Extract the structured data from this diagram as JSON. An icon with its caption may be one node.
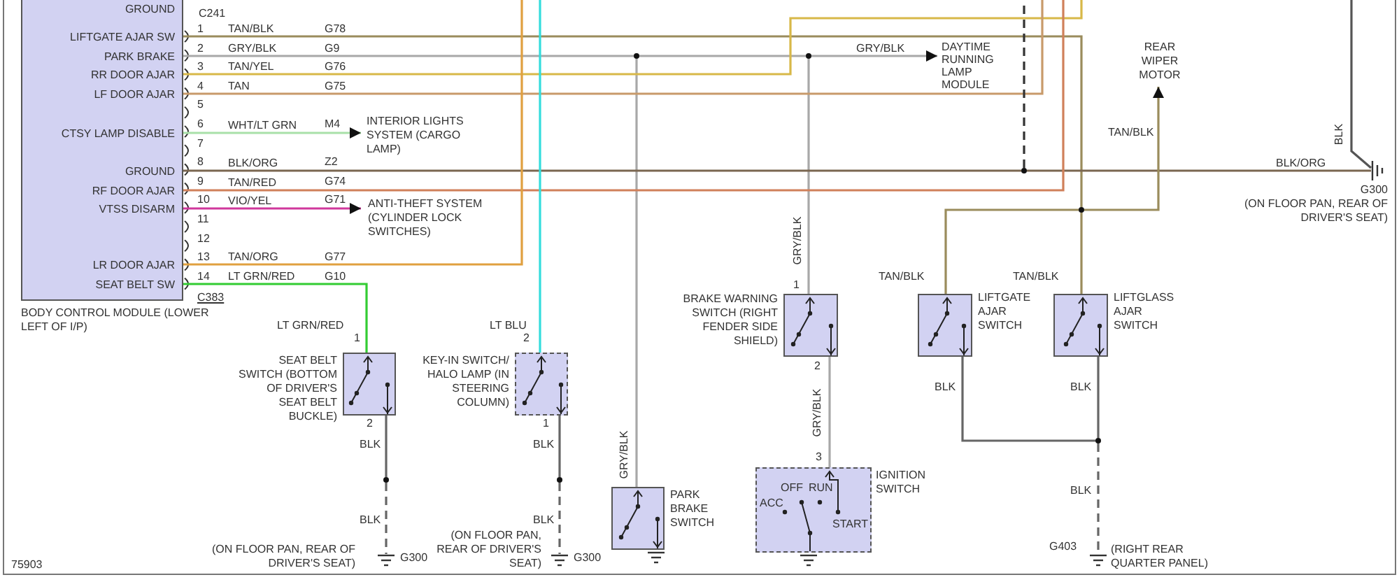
{
  "diagram": {
    "nodes": [
      {
        "text": [
          "GROUND",
          "LIFTGATE AJAR SW",
          "PARK BRAKE",
          "RR DOOR AJAR",
          "LF DOOR AJAR",
          "CTSY LAMP DISABLE",
          "GROUND",
          "RF DOOR AJAR",
          "VTSS DISARM",
          "LR DOOR AJAR",
          "SEAT BELT SW"
        ],
        "beside": [
          "BODY CONTROL MODULE (LOWER LEFT OF I/P)"
        ]
      },
      {
        "text": [
          "INTERIOR LIGHTS SYSTEM (CARGO LAMP)"
        ]
      },
      {
        "text": [
          "ANTI-THEFT SYSTEM (CYLINDER LOCK SWITCHES)"
        ]
      },
      {
        "text": [],
        "shape": "circle"
      },
      {
        "text": [],
        "shape": "circle"
      },
      {
        "text": [
          "DAYTIME RUNNING LAMP MODULE"
        ]
      },
      {
        "text": [
          "REAR WIPER MOTOR"
        ]
      },
      {
        "text": [],
        "shape": "circle"
      },
      {
        "text": [
          "G300",
          "(ON FLOOR PAN, REAR OF DRIVER'S SEAT)"
        ]
      },
      {
        "text": [],
        "shape": "circle"
      },
      {
        "text": [
          "SEAT BELT SWITCH (BOTTOM OF DRIVER'S SEAT BELT BUCKLE)"
        ]
      },
      {
        "text": [
          "KEY-IN SWITCH/ HALO LAMP (IN STEERING COLUMN)"
        ]
      },
      {
        "text": [
          "BRAKE WARNING SWITCH (RIGHT FENDER SIDE SHIELD)"
        ]
      },
      {
        "text": [
          "LIFTGATE AJAR SWITCH"
        ]
      },
      {
        "text": [
          "LIFTGLASS AJAR SWITCH"
        ]
      },
      {
        "text": [],
        "shape": "circle"
      },
      {
        "text": [],
        "shape": "circle"
      },
      {
        "text": [
          "PARK BRAKE SWITCH"
        ]
      },
      {
        "text": [
          "ACC",
          "OFF",
          "RUN",
          "START",
          "IGNITION SWITCH"
        ]
      },
      {
        "text": [],
        "shape": "circle"
      },
      {
        "text": [
          "(ON FLOOR PAN, REAR OF DRIVER'S SEAT)",
          "G300"
        ]
      },
      {
        "text": [
          "(ON FLOOR PAN, REAR OF DRIVER'S SEAT)",
          "G300"
        ]
      },
      {
        "text": [
          "G403",
          "(RIGHT REAR QUARTER PANEL)"
        ]
      }
    ],
    "edges": [
      {
        "from": 0,
        "to": 9,
        "arrow": "none",
        "label": "TAN/BLK",
        "color": "#9a8c5c"
      },
      {
        "from": 0,
        "to": 3,
        "arrow": "none",
        "label": "GRY/BLK",
        "color": "#a8a8a8"
      },
      {
        "from": 3,
        "to": 4,
        "arrow": "none",
        "color": "#a8a8a8"
      },
      {
        "from": 4,
        "to": 5,
        "arrow": "to",
        "label": "GRY/BLK",
        "color": "#a8a8a8"
      },
      {
        "from": 3,
        "to": 17,
        "arrow": "none",
        "label": "GRY/BLK",
        "color": "#a8a8a8"
      },
      {
        "from": 4,
        "to": 12,
        "arrow": "none",
        "label": "GRY/BLK",
        "color": "#a8a8a8"
      },
      {
        "from": 0,
        "to": null,
        "arrow": "none",
        "label": "TAN/YEL",
        "color": "#d8b848"
      },
      {
        "from": 0,
        "to": null,
        "arrow": "none",
        "label": "TAN",
        "color": "#c89a6a"
      },
      {
        "from": 0,
        "to": 1,
        "arrow": "to",
        "label": "WHT/LT GRN",
        "color": "#a8e0a8"
      },
      {
        "from": 0,
        "to": 7,
        "arrow": "none",
        "label": "BLK/ORG",
        "color": "#7a6650"
      },
      {
        "from": 7,
        "to": 8,
        "arrow": "none",
        "label": "BLK/ORG",
        "color": "#7a6650"
      },
      {
        "from": 7,
        "to": null,
        "arrow": "none",
        "style": "dashed",
        "color": "#333333"
      },
      {
        "from": null,
        "to": 8,
        "arrow": "none",
        "label": "BLK",
        "color": "#555555"
      },
      {
        "from": 0,
        "to": null,
        "arrow": "none",
        "label": "TAN/RED",
        "color": "#d0805a"
      },
      {
        "from": 0,
        "to": 2,
        "arrow": "to",
        "label": "VIO/YEL",
        "color": "#d0389c"
      },
      {
        "from": 0,
        "to": null,
        "arrow": "none",
        "label": "TAN/ORG",
        "color": "#e0a040"
      },
      {
        "from": 0,
        "to": 10,
        "arrow": "none",
        "label": "LT GRN/RED",
        "color": "#33cc33"
      },
      {
        "from": null,
        "to": 11,
        "arrow": "none",
        "label": "LT BLU",
        "color": "#33dddd"
      },
      {
        "from": 9,
        "to": 13,
        "arrow": "none",
        "label": "TAN/BLK",
        "color": "#9a8c5c"
      },
      {
        "from": 9,
        "to": 14,
        "arrow": "none",
        "label": "TAN/BLK",
        "color": "#9a8c5c"
      },
      {
        "from": 9,
        "to": 6,
        "arrow": "to",
        "color": "#9a8c5c"
      },
      {
        "from": 10,
        "to": 15,
        "arrow": "none",
        "label": "BLK",
        "color": "#666666"
      },
      {
        "from": 15,
        "to": 20,
        "arrow": "none",
        "label": "BLK",
        "style": "dashed",
        "color": "#666666"
      },
      {
        "from": 11,
        "to": 16,
        "arrow": "none",
        "label": "BLK",
        "color": "#666666"
      },
      {
        "from": 16,
        "to": 21,
        "arrow": "none",
        "label": "BLK",
        "style": "dashed",
        "color": "#666666"
      },
      {
        "from": 12,
        "to": 18,
        "arrow": "none",
        "label": "GRY/BLK",
        "color": "#a8a8a8"
      },
      {
        "from": 13,
        "to": 19,
        "arrow": "none",
        "label": "BLK",
        "color": "#666666"
      },
      {
        "from": 14,
        "to": 19,
        "arrow": "none",
        "label": "BLK",
        "color": "#666666"
      },
      {
        "from": 19,
        "to": 22,
        "arrow": "none",
        "label": "BLK",
        "style": "dashed",
        "color": "#666666"
      }
    ],
    "labels": [
      "C241",
      "1",
      "G78",
      "2",
      "G9",
      "3",
      "G76",
      "4",
      "G75",
      "5",
      "6",
      "M4",
      "7",
      "8",
      "Z2",
      "9",
      "G74",
      "10",
      "G71",
      "11",
      "12",
      "13",
      "G77",
      "14",
      "G10",
      "C383",
      "TAN/BLK",
      "LT GRN/RED",
      "1",
      "2",
      "2",
      "1",
      "1",
      "2",
      "3",
      "75903"
    ]
  }
}
